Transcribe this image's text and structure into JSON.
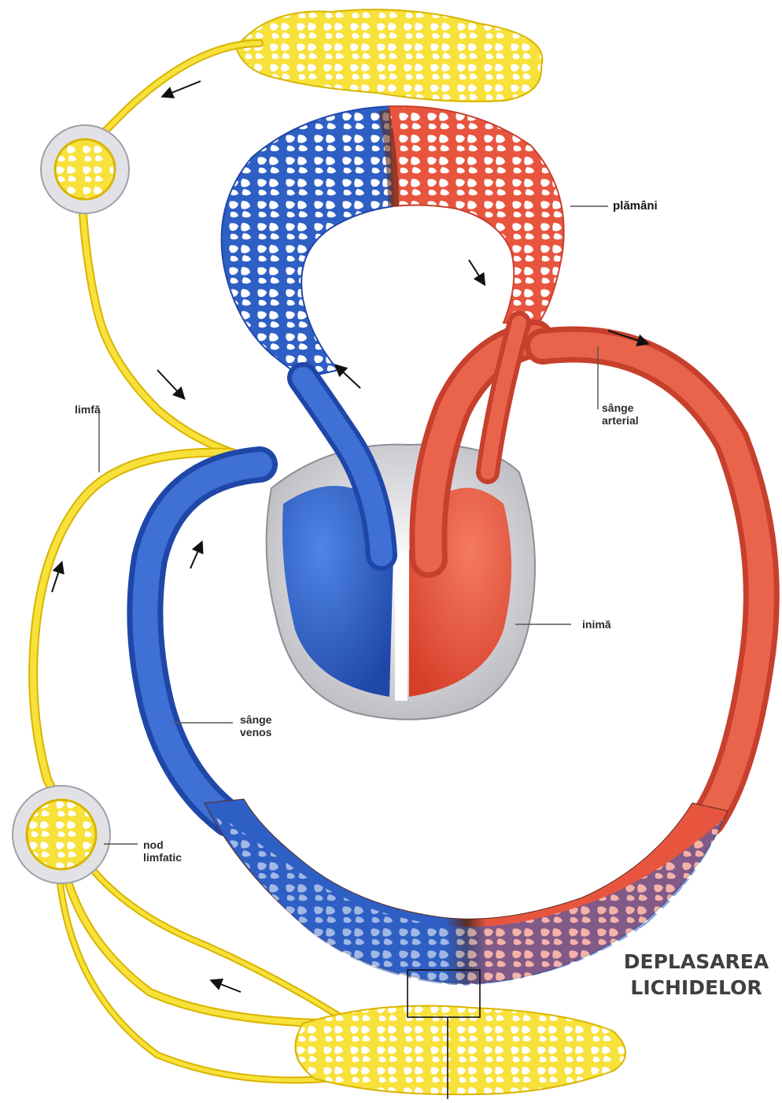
{
  "labels": {
    "lungs": "plămâni",
    "arterial": [
      "sânge",
      "arterial"
    ],
    "lymph": "limfă",
    "heart": "inimă",
    "venous": [
      "sânge",
      "venos"
    ],
    "node": [
      "nod",
      "limfatic"
    ]
  },
  "title": [
    "DEPLASAREA",
    "LICHIDELOR"
  ],
  "colors": {
    "venous": "#2e5fc4",
    "arterial": "#e8553e",
    "lymph": "#f7e13a",
    "lymph_outline": "#d9b400",
    "heart_wall": "#cfcfd4"
  }
}
